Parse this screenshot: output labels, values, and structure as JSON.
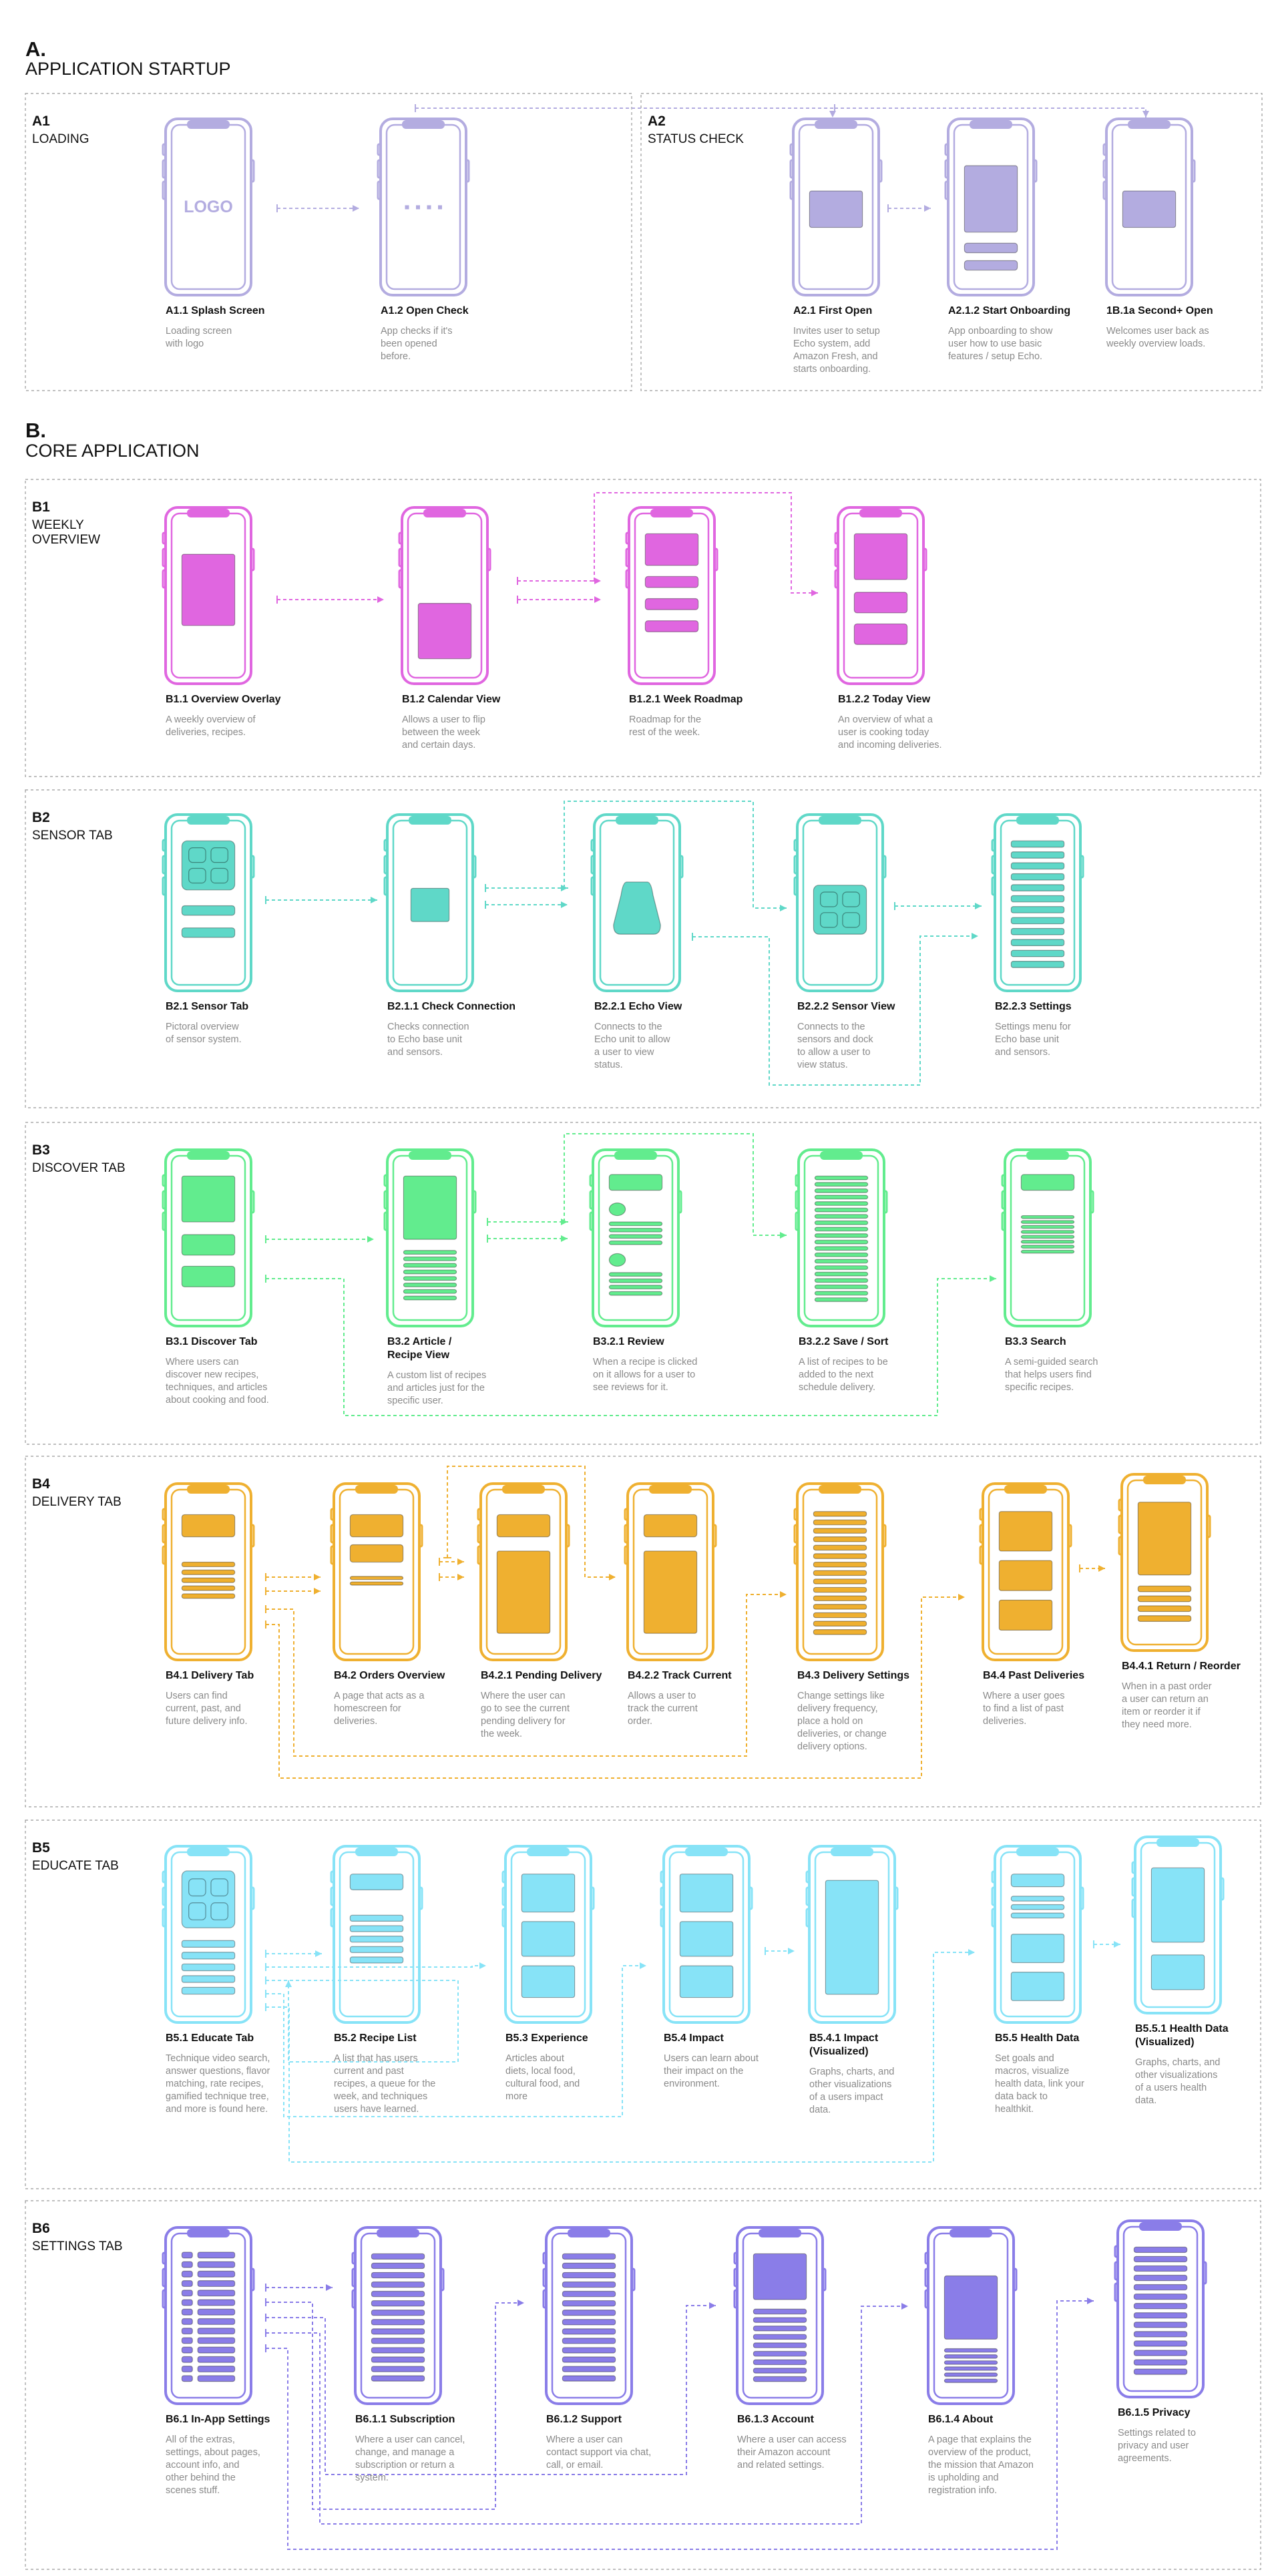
{
  "colors": {
    "A1": "#b3ace0",
    "A2": "#b3ace0",
    "B1": "#e066e0",
    "B2": "#5fd8c8",
    "B3": "#62ec8e",
    "B4": "#efb030",
    "B5": "#87e3f7",
    "B6": "#8a7de8",
    "border": "#999999",
    "caption": "#8a8a8a",
    "text": "#111111"
  },
  "headings": [
    {
      "key": "A",
      "letter": "A.",
      "title": "APPLICATION STARTUP"
    },
    {
      "key": "B",
      "letter": "B.",
      "title": "CORE APPLICATION"
    }
  ],
  "sections": [
    {
      "key": "A1",
      "code": "A1",
      "name": "LOADING",
      "screens": [
        {
          "id": "a11",
          "title": "A1.1 Splash Screen",
          "desc": [
            "Loading screen",
            "with logo"
          ],
          "logo": "LOGO"
        },
        {
          "id": "a12",
          "title": "A1.2 Open Check",
          "desc": [
            "App checks if it's",
            "been opened",
            "before."
          ]
        }
      ]
    },
    {
      "key": "A2",
      "code": "A2",
      "name": "STATUS CHECK",
      "screens": [
        {
          "id": "a21",
          "title": "A2.1 First Open",
          "desc": [
            "Invites user to setup",
            "Echo system, add",
            "Amazon Fresh, and",
            "starts onboarding."
          ]
        },
        {
          "id": "a212",
          "title": "A2.1.2 Start Onboarding",
          "desc": [
            "App onboarding to show",
            "user how to use basic",
            "features / setup Echo."
          ]
        },
        {
          "id": "a1b",
          "title": "1B.1a Second+ Open",
          "desc": [
            "Welcomes user back as",
            "weekly overview loads."
          ]
        }
      ]
    },
    {
      "key": "B1",
      "code": "B1",
      "name": "WEEKLY\nOVERVIEW",
      "screens": [
        {
          "id": "b11",
          "title": "B1.1 Overview Overlay",
          "desc": [
            "A weekly overview of",
            "deliveries, recipes."
          ]
        },
        {
          "id": "b12",
          "title": "B1.2 Calendar View",
          "desc": [
            "Allows a user to flip",
            "between the week",
            "and certain days."
          ]
        },
        {
          "id": "b121",
          "title": "B1.2.1 Week Roadmap",
          "desc": [
            "Roadmap for the",
            "rest of the week."
          ]
        },
        {
          "id": "b122",
          "title": "B1.2.2 Today View",
          "desc": [
            "An overview of what a",
            "user is cooking today",
            "and incoming deliveries."
          ]
        }
      ]
    },
    {
      "key": "B2",
      "code": "B2",
      "name": "SENSOR TAB",
      "screens": [
        {
          "id": "b21",
          "title": "B2.1 Sensor Tab",
          "desc": [
            "Pictoral overview",
            "of sensor system."
          ]
        },
        {
          "id": "b211",
          "title": "B2.1.1 Check Connection",
          "desc": [
            "Checks connection",
            "to Echo base unit",
            "and sensors."
          ]
        },
        {
          "id": "b221",
          "title": "B2.2.1 Echo View",
          "desc": [
            "Connects to the",
            "Echo unit to allow",
            "a user to view",
            "status."
          ]
        },
        {
          "id": "b222",
          "title": "B2.2.2 Sensor View",
          "desc": [
            "Connects to the",
            "sensors and dock",
            "to allow a user to",
            "view status."
          ]
        },
        {
          "id": "b223",
          "title": "B2.2.3 Settings",
          "desc": [
            "Settings menu for",
            "Echo base unit",
            "and sensors."
          ]
        }
      ]
    },
    {
      "key": "B3",
      "code": "B3",
      "name": "DISCOVER TAB",
      "screens": [
        {
          "id": "b31",
          "title": "B3.1 Discover Tab",
          "desc": [
            "Where users can",
            "discover new recipes,",
            "techniques, and articles",
            "about cooking and food."
          ]
        },
        {
          "id": "b32",
          "title": "B3.2 Article /",
          "title2": "Recipe View",
          "desc": [
            "A custom list of recipes",
            "and articles just for the",
            "specific user."
          ]
        },
        {
          "id": "b321",
          "title": "B3.2.1 Review",
          "desc": [
            "When a recipe is clicked",
            "on it allows for a user to",
            "see reviews for it."
          ]
        },
        {
          "id": "b322",
          "title": "B3.2.2 Save / Sort",
          "desc": [
            "A list of recipes to be",
            "added to the next",
            "schedule delivery."
          ]
        },
        {
          "id": "b33",
          "title": "B3.3 Search",
          "desc": [
            "A semi-guided search",
            "that helps users find",
            "specific recipes."
          ]
        }
      ]
    },
    {
      "key": "B4",
      "code": "B4",
      "name": "DELIVERY TAB",
      "screens": [
        {
          "id": "b41",
          "title": "B4.1 Delivery Tab",
          "desc": [
            "Users can find",
            "current, past, and",
            "future delivery info."
          ]
        },
        {
          "id": "b42",
          "title": "B4.2 Orders Overview",
          "desc": [
            "A page that acts as a",
            "homescreen for",
            "deliveries."
          ]
        },
        {
          "id": "b421",
          "title": "B4.2.1 Pending Delivery",
          "desc": [
            "Where the user can",
            "go to see the current",
            "pending delivery for",
            "the week."
          ]
        },
        {
          "id": "b422",
          "title": "B4.2.2 Track Current",
          "desc": [
            "Allows a user to",
            "track the current",
            "order."
          ]
        },
        {
          "id": "b43",
          "title": "B4.3 Delivery Settings",
          "desc": [
            "Change settings like",
            "delivery frequency,",
            "place a hold on",
            "deliveries, or change",
            "delivery options."
          ]
        },
        {
          "id": "b44",
          "title": "B4.4 Past Deliveries",
          "desc": [
            "Where a user goes",
            "to find a list of past",
            "deliveries."
          ]
        },
        {
          "id": "b441",
          "title": "B4.4.1 Return / Reorder",
          "desc": [
            "When in a past order",
            "a user can return an",
            "item or reorder it if",
            "they need more."
          ]
        }
      ]
    },
    {
      "key": "B5",
      "code": "B5",
      "name": "EDUCATE TAB",
      "screens": [
        {
          "id": "b51",
          "title": "B5.1 Educate Tab",
          "desc": [
            "Technique video search,",
            "answer questions, flavor",
            "matching, rate recipes,",
            "gamified technique tree,",
            "and more is found here."
          ]
        },
        {
          "id": "b52",
          "title": "B5.2 Recipe List",
          "desc": [
            "A list that has users",
            "current and past",
            "recipes, a queue for the",
            "week, and techniques",
            "users have learned."
          ]
        },
        {
          "id": "b53",
          "title": "B5.3 Experience",
          "desc": [
            "Articles about",
            "diets, local food,",
            "cultural food, and",
            "more"
          ]
        },
        {
          "id": "b54",
          "title": "B5.4 Impact",
          "desc": [
            "Users can learn about",
            "their impact on the",
            "environment."
          ]
        },
        {
          "id": "b541",
          "title": "B5.4.1 Impact",
          "title2": "(Visualized)",
          "desc": [
            "Graphs, charts, and",
            "other visualizations",
            "of a users impact",
            "data."
          ]
        },
        {
          "id": "b55",
          "title": "B5.5 Health Data",
          "desc": [
            "Set goals and",
            "macros, visualize",
            "health data, link your",
            "data back to",
            "healthkit."
          ]
        },
        {
          "id": "b551",
          "title": "B5.5.1 Health Data",
          "title2": "(Visualized)",
          "desc": [
            "Graphs, charts, and",
            "other visualizations",
            "of a users health",
            "data."
          ]
        }
      ]
    },
    {
      "key": "B6",
      "code": "B6",
      "name": "SETTINGS TAB",
      "screens": [
        {
          "id": "b61",
          "title": "B6.1 In-App Settings",
          "desc": [
            "All of the extras,",
            "settings, about pages,",
            "account info, and",
            "other behind the",
            "scenes stuff."
          ]
        },
        {
          "id": "b611",
          "title": "B6.1.1 Subscription",
          "desc": [
            "Where a user can cancel,",
            "change, and manage a",
            "subscription or return a",
            "system."
          ]
        },
        {
          "id": "b612",
          "title": "B6.1.2 Support",
          "desc": [
            "Where a user can",
            "contact support via chat,",
            "call, or email."
          ]
        },
        {
          "id": "b613",
          "title": "B6.1.3 Account",
          "desc": [
            "Where a user can access",
            "their Amazon account",
            "and related settings."
          ]
        },
        {
          "id": "b614",
          "title": "B6.1.4 About",
          "desc": [
            "A page that explains the",
            "overview of the product,",
            "the mission that Amazon",
            "is upholding and",
            "registration info."
          ]
        },
        {
          "id": "b615",
          "title": "B6.1.5 Privacy",
          "desc": [
            "Settings related to",
            "privacy and user",
            "agreements."
          ]
        }
      ]
    }
  ]
}
